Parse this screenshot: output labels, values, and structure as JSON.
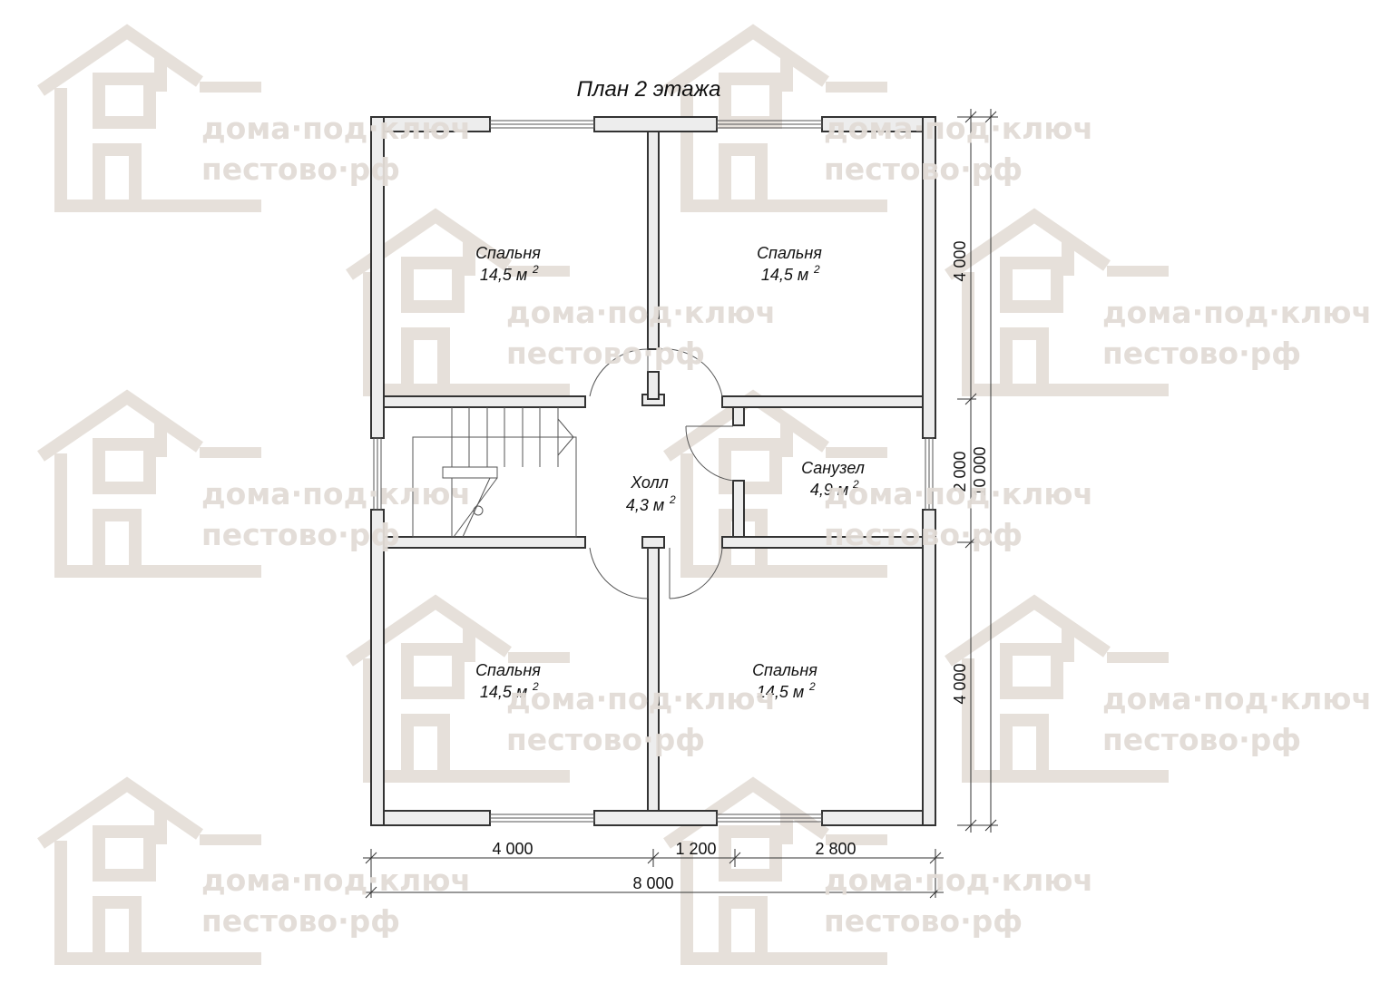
{
  "title": "План 2 этажа",
  "watermark": {
    "line1": "дома·под·ключ",
    "line2": "пестово·рф",
    "color": "#e2dcd6"
  },
  "rooms": [
    {
      "name": "Спальня",
      "area": "14,5 м",
      "sup": "2"
    },
    {
      "name": "Спальня",
      "area": "14,5 м",
      "sup": "2"
    },
    {
      "name": "Холл",
      "area": "4,3 м",
      "sup": "2"
    },
    {
      "name": "Санузел",
      "area": "4,9 м",
      "sup": "2"
    },
    {
      "name": "Спальня",
      "area": "14,5 м",
      "sup": "2"
    },
    {
      "name": "Спальня",
      "area": "14,5 м",
      "sup": "2"
    }
  ],
  "dimensions": {
    "bottom_1": "4 000",
    "bottom_2": "1 200",
    "bottom_3": "2 800",
    "bottom_total": "8 000",
    "right_1": "4 000",
    "right_2": "2 000",
    "right_3": "4 000",
    "right_total": "10 000"
  }
}
